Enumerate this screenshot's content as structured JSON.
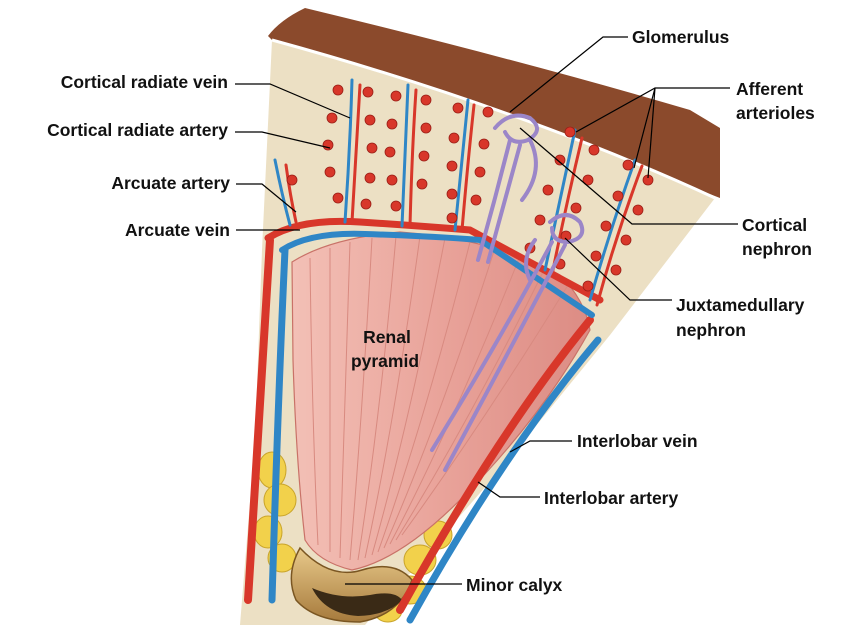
{
  "labels": {
    "cortical_radiate_vein": "Cortical radiate vein",
    "cortical_radiate_artery": "Cortical radiate artery",
    "arcuate_artery": "Arcuate artery",
    "arcuate_vein": "Arcuate vein",
    "glomerulus": "Glomerulus",
    "afferent_arterioles_1": "Afferent",
    "afferent_arterioles_2": "arterioles",
    "cortical_nephron_1": "Cortical",
    "cortical_nephron_2": "nephron",
    "juxtamedullary_nephron_1": "Juxtamedullary",
    "juxtamedullary_nephron_2": "nephron",
    "renal_pyramid_1": "Renal",
    "renal_pyramid_2": "pyramid",
    "interlobar_vein": "Interlobar vein",
    "interlobar_artery": "Interlobar artery",
    "minor_calyx": "Minor calyx"
  },
  "colors": {
    "capsule": "#8b4a2c",
    "cortex": "#ece0c4",
    "pyramid": "#e9a39a",
    "artery": "#d8372a",
    "vein": "#2f86c6",
    "nephron": "#9b86c8",
    "fat": "#f2d14b",
    "calyx": "#c9a264"
  }
}
